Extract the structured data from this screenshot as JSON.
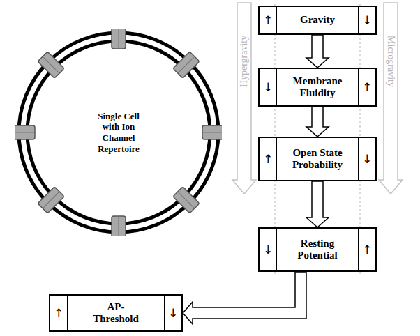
{
  "diagram": {
    "nodes": [
      {
        "text": [
          "Single Cell with Ion Channel Repertoire"
        ]
      },
      {
        "text": [
          "↑",
          "Gravity",
          "↓"
        ]
      },
      {
        "text": [
          "↓",
          "Membrane Fluidity",
          "↑"
        ]
      },
      {
        "text": [
          "↑",
          "Open State Probability",
          "↓"
        ]
      },
      {
        "text": [
          "↓",
          "Resting Potential",
          "↑"
        ]
      },
      {
        "text": [
          "↑",
          "AP- Threshold",
          "↓"
        ]
      }
    ],
    "edges": [
      {
        "from": 1,
        "to": 2,
        "arrow": "to"
      },
      {
        "from": 2,
        "to": 3,
        "arrow": "to"
      },
      {
        "from": 3,
        "to": 4,
        "arrow": "to"
      },
      {
        "from": 4,
        "to": 5,
        "arrow": "to"
      }
    ],
    "labels": [
      "Hypergravity",
      "Microgravity"
    ]
  }
}
